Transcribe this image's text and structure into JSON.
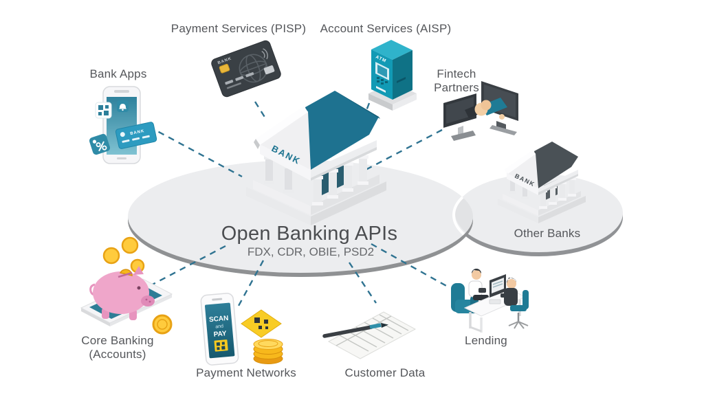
{
  "hub": {
    "title": "Open Banking APIs",
    "subtitle": "FDX, CDR, OBIE, PSD2",
    "bank_sign": "BANK"
  },
  "nodes": [
    {
      "id": "bank-apps",
      "label": "Bank Apps",
      "icon": "mobile-banking-app-icon"
    },
    {
      "id": "payment-services",
      "label": "Payment Services (PISP)",
      "icon": "credit-card-icon"
    },
    {
      "id": "account-services",
      "label": "Account Services (AISP)",
      "icon": "atm-machine-icon"
    },
    {
      "id": "fintech-partners",
      "label": "Fintech Partners",
      "line1": "Fintech",
      "line2": "Partners",
      "icon": "handshake-monitors-icon"
    },
    {
      "id": "other-banks",
      "label": "Other Banks",
      "icon": "bank-building-gray-icon",
      "bank_sign": "BANK"
    },
    {
      "id": "lending",
      "label": "Lending",
      "icon": "loan-meeting-icon"
    },
    {
      "id": "customer-data",
      "label": "Customer Data",
      "icon": "document-pen-icon"
    },
    {
      "id": "payment-networks",
      "label": "Payment Networks",
      "icon": "scan-pay-phone-icon"
    },
    {
      "id": "core-banking",
      "label": "Core Banking (Accounts)",
      "line1": "Core Banking",
      "line2": "(Accounts)",
      "icon": "piggy-bank-icon"
    }
  ],
  "icon_texts": {
    "atm_sign": "ATM",
    "card_sign": "BANK",
    "scan_pay": [
      "SCAN",
      "and",
      "PAY"
    ]
  },
  "connections": [
    [
      "hub",
      "bank-apps"
    ],
    [
      "hub",
      "payment-services"
    ],
    [
      "hub",
      "account-services"
    ],
    [
      "hub",
      "fintech-partners"
    ],
    [
      "hub",
      "core-banking"
    ],
    [
      "hub",
      "payment-networks"
    ],
    [
      "hub",
      "customer-data"
    ],
    [
      "hub",
      "lending"
    ]
  ],
  "colors": {
    "teal_roof": "#1E7290",
    "dark_roof": "#4A5156",
    "connector": "#2F7391",
    "ellipse_fill": "#ECEDEF",
    "ellipse_rim": "#8F9193",
    "overlap_fill": "#E2E3E5",
    "card_dark": "#3A4045",
    "coin_gold": "#F7B81C",
    "piggy_pink": "#EFA6CA",
    "atm_teal": "#129AB5",
    "label_text": "#54565A"
  }
}
